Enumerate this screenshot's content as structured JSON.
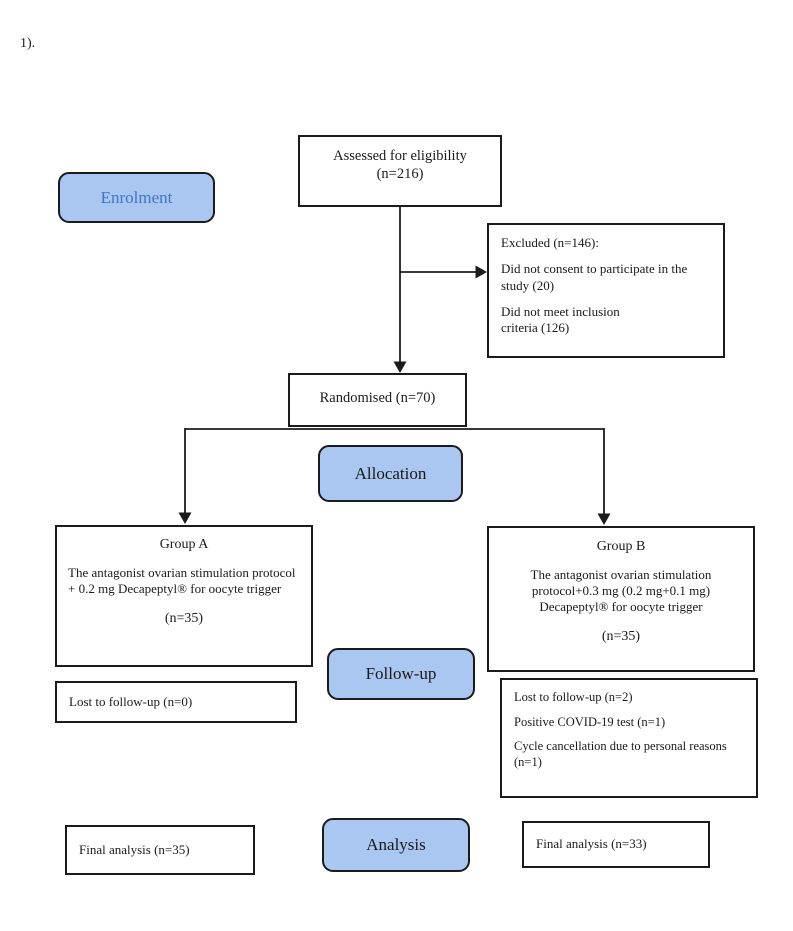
{
  "figure_ref": "1).",
  "colors": {
    "stage_fill": "#a9c7f0",
    "stage_border": "#1b1b1b",
    "enrolment_text": "#4474c6",
    "box_border": "#1b1b1b",
    "text": "#1a1a1a",
    "background": "#ffffff"
  },
  "stages": {
    "enrolment": "Enrolment",
    "allocation": "Allocation",
    "follow_up": "Follow-up",
    "analysis": "Analysis"
  },
  "boxes": {
    "assessed": {
      "title": "Assessed for eligibility",
      "n": "(n=216)"
    },
    "excluded": {
      "title": "Excluded (n=146):",
      "reason1": "Did not consent to participate in the study (20)",
      "reason2": "Did not meet inclusion\ncriteria (126)"
    },
    "randomised": {
      "label": "Randomised (n=70)"
    },
    "group_a": {
      "title": "Group A",
      "description": "The antagonist ovarian stimulation protocol + 0.2 mg Decapeptyl® for oocyte trigger",
      "n": "(n=35)"
    },
    "group_b": {
      "title": "Group B",
      "description": "The antagonist ovarian stimulation protocol+0.3 mg (0.2 mg+0.1 mg) Decapeptyl® for oocyte trigger",
      "n": "(n=35)"
    },
    "followup_a": {
      "line1": "Lost to follow-up (n=0)"
    },
    "followup_b": {
      "line1": "Lost to follow-up (n=2)",
      "line2": "Positive COVID-19 test (n=1)",
      "line3": "Cycle cancellation due to personal reasons\n(n=1)"
    },
    "final_a": {
      "label": "Final analysis (n=35)"
    },
    "final_b": {
      "label": "Final analysis (n=33)"
    }
  }
}
